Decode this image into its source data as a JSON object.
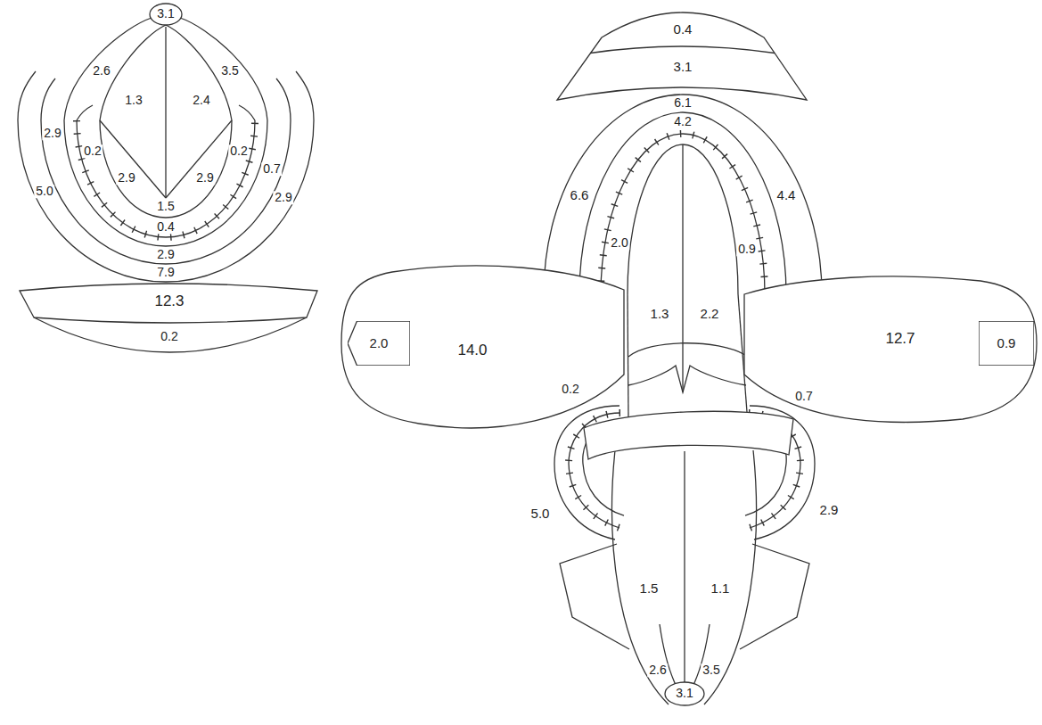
{
  "diagram": {
    "nodes": [
      {
        "text": [
          "2.0"
        ]
      },
      {
        "text": [
          "0.9"
        ]
      }
    ],
    "labels": [
      "3.1",
      "2.6",
      "3.5",
      "1.3",
      "2.4",
      "2.9",
      "0.2",
      "0.2",
      "0.7",
      "2.9",
      "2.9",
      "5.0",
      "2.9",
      "1.5",
      "0.4",
      "2.9",
      "7.9",
      "12.3",
      "0.2",
      "0.4",
      "3.1",
      "6.1",
      "4.2",
      "6.6",
      "4.4",
      "2.0",
      "0.9",
      "1.3",
      "2.2",
      "14.0",
      "12.7",
      "0.2",
      "0.7",
      "5.0",
      "2.9",
      "1.5",
      "1.1",
      "2.6",
      "3.5",
      "3.1"
    ]
  }
}
